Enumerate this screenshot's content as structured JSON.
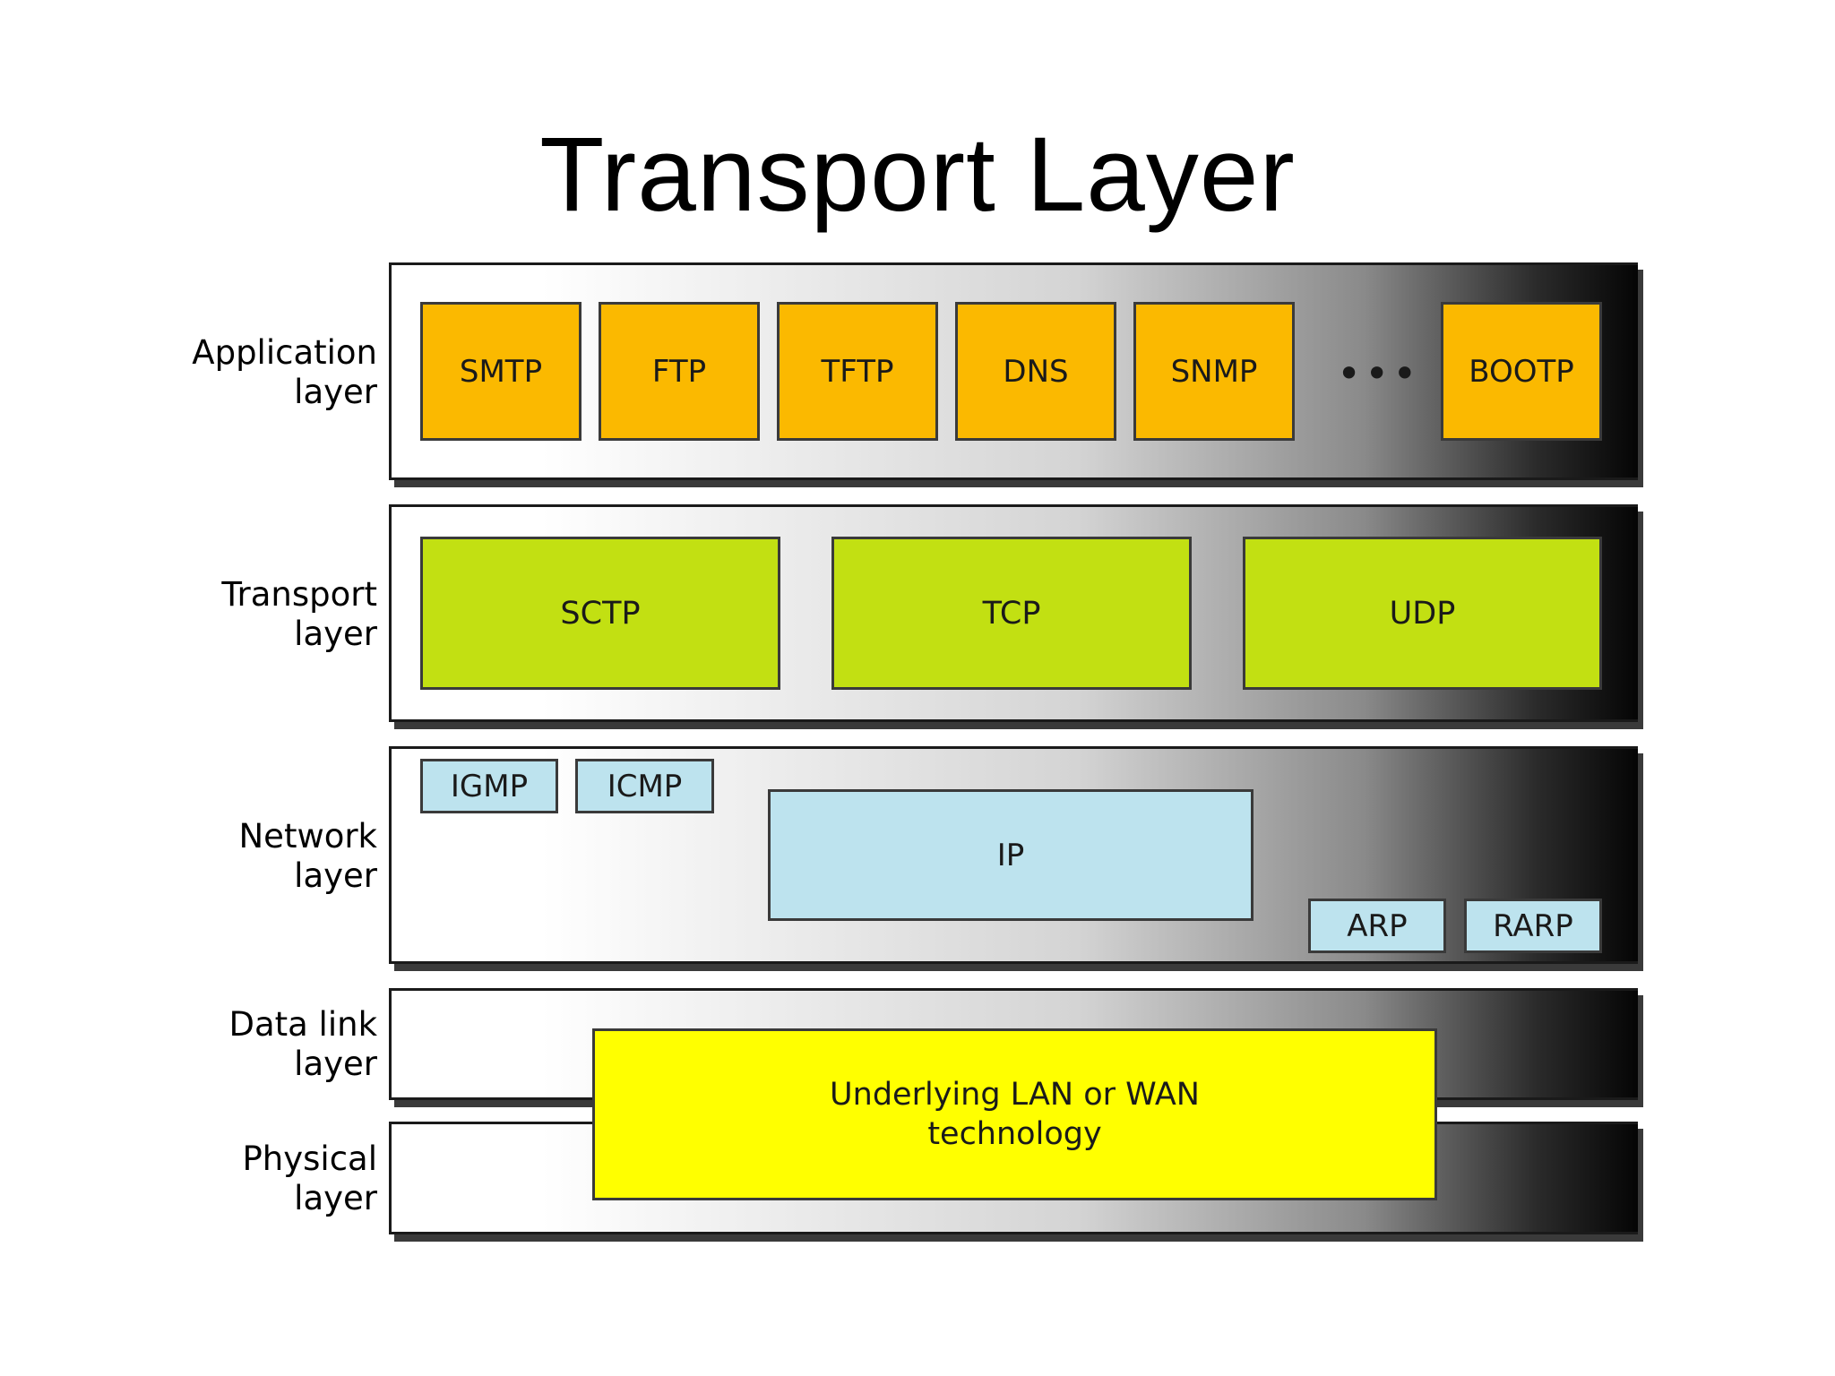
{
  "title": "Transport Layer",
  "layers": {
    "application": {
      "line1": "Application",
      "line2": "layer"
    },
    "transport": {
      "line1": "Transport",
      "line2": "layer"
    },
    "network": {
      "line1": "Network",
      "line2": "layer"
    },
    "datalink": {
      "line1": "Data link",
      "line2": "layer"
    },
    "physical": {
      "line1": "Physical",
      "line2": "layer"
    }
  },
  "application_protocols": [
    "SMTP",
    "FTP",
    "TFTP",
    "DNS",
    "SNMP",
    "BOOTP"
  ],
  "ellipsis": "•••",
  "transport_protocols": [
    "SCTP",
    "TCP",
    "UDP"
  ],
  "network_protocols": {
    "igmp": "IGMP",
    "icmp": "ICMP",
    "ip": "IP",
    "arp": "ARP",
    "rarp": "RARP"
  },
  "underlying": {
    "line1": "Underlying LAN or WAN",
    "line2": "technology"
  },
  "colors": {
    "application": "#fbb900",
    "transport": "#c2e012",
    "network": "#bde3ee",
    "underlying": "#ffff00"
  }
}
